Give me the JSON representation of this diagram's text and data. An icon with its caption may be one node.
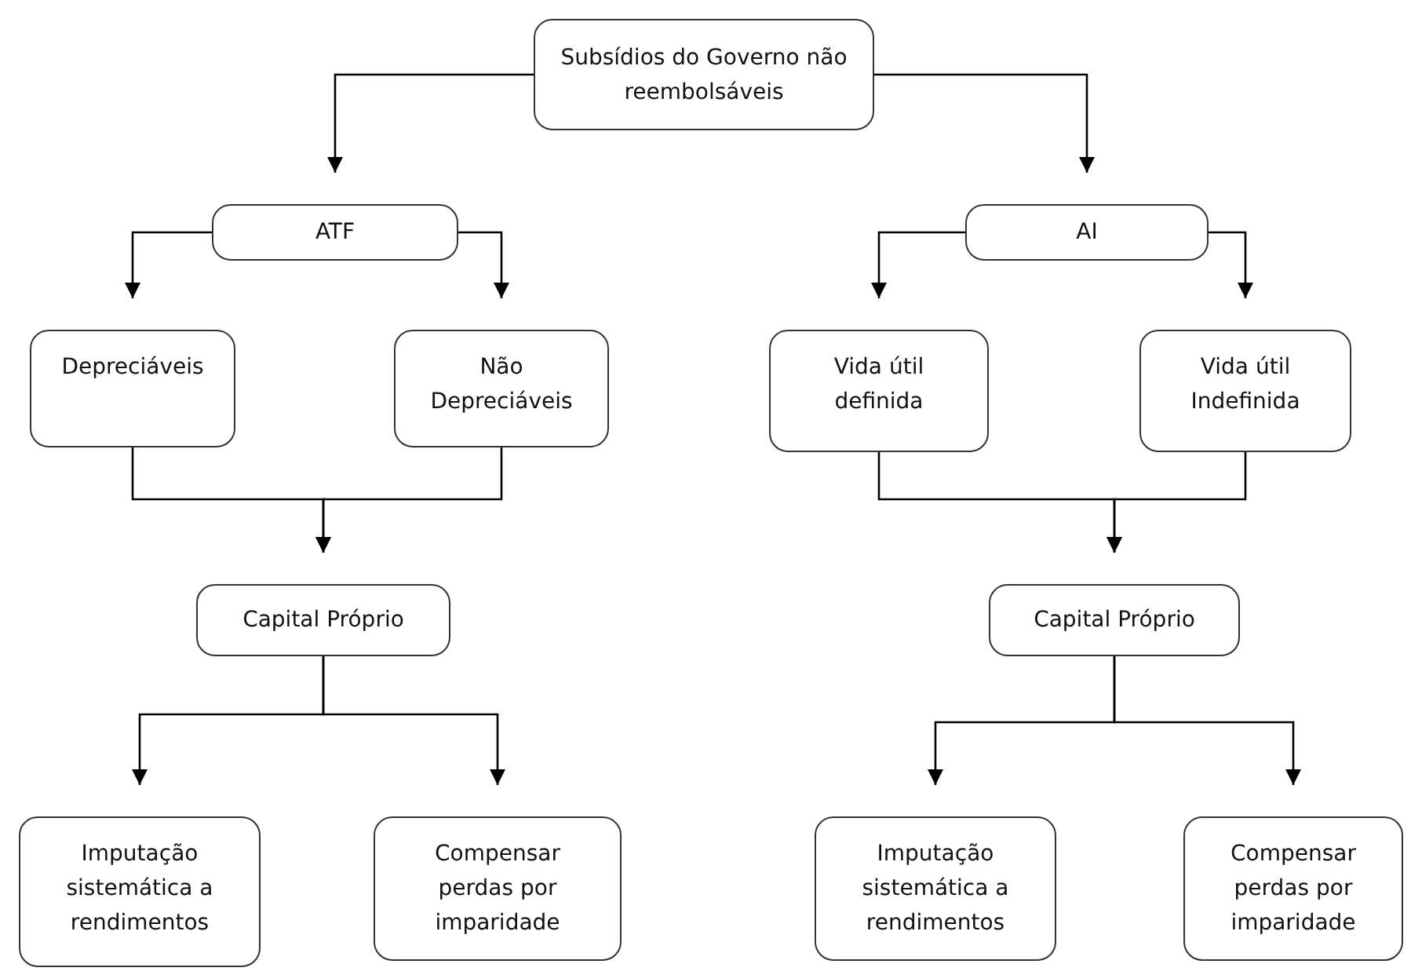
{
  "diagram": {
    "nodes": [
      {
        "text": [
          "Subsídios do Governo não reembolsáveis"
        ]
      },
      {
        "text": [
          "ATF"
        ]
      },
      {
        "text": [
          "AI"
        ]
      },
      {
        "text": [
          "Depreciáveis"
        ]
      },
      {
        "text": [
          "Não Depreciáveis"
        ]
      },
      {
        "text": [
          "Vida útil definida"
        ]
      },
      {
        "text": [
          "Vida útil Indefinida"
        ]
      },
      {
        "text": [
          "Capital Próprio"
        ]
      },
      {
        "text": [
          "Capital Próprio"
        ]
      },
      {
        "text": [
          "Imputação sistemática a rendimentos"
        ]
      },
      {
        "text": [
          "Compensar perdas por imparidade"
        ]
      },
      {
        "text": [
          "Imputação sistemática a rendimentos"
        ]
      },
      {
        "text": [
          "Compensar perdas por imparidade"
        ]
      }
    ],
    "edges": [
      {
        "from": 0,
        "to": 1,
        "arrow": "to"
      },
      {
        "from": 0,
        "to": 2,
        "arrow": "to"
      },
      {
        "from": 1,
        "to": 3,
        "arrow": "to"
      },
      {
        "from": 1,
        "to": 4,
        "arrow": "to"
      },
      {
        "from": 2,
        "to": 5,
        "arrow": "to"
      },
      {
        "from": 2,
        "to": 6,
        "arrow": "to"
      },
      {
        "from": 3,
        "to": 7,
        "arrow": "to"
      },
      {
        "from": 4,
        "to": 7,
        "arrow": "to"
      },
      {
        "from": 5,
        "to": 8,
        "arrow": "to"
      },
      {
        "from": 6,
        "to": 8,
        "arrow": "to"
      },
      {
        "from": 7,
        "to": 9,
        "arrow": "to"
      },
      {
        "from": 7,
        "to": 10,
        "arrow": "to"
      },
      {
        "from": 8,
        "to": 11,
        "arrow": "to"
      },
      {
        "from": 8,
        "to": 12,
        "arrow": "to"
      }
    ]
  }
}
